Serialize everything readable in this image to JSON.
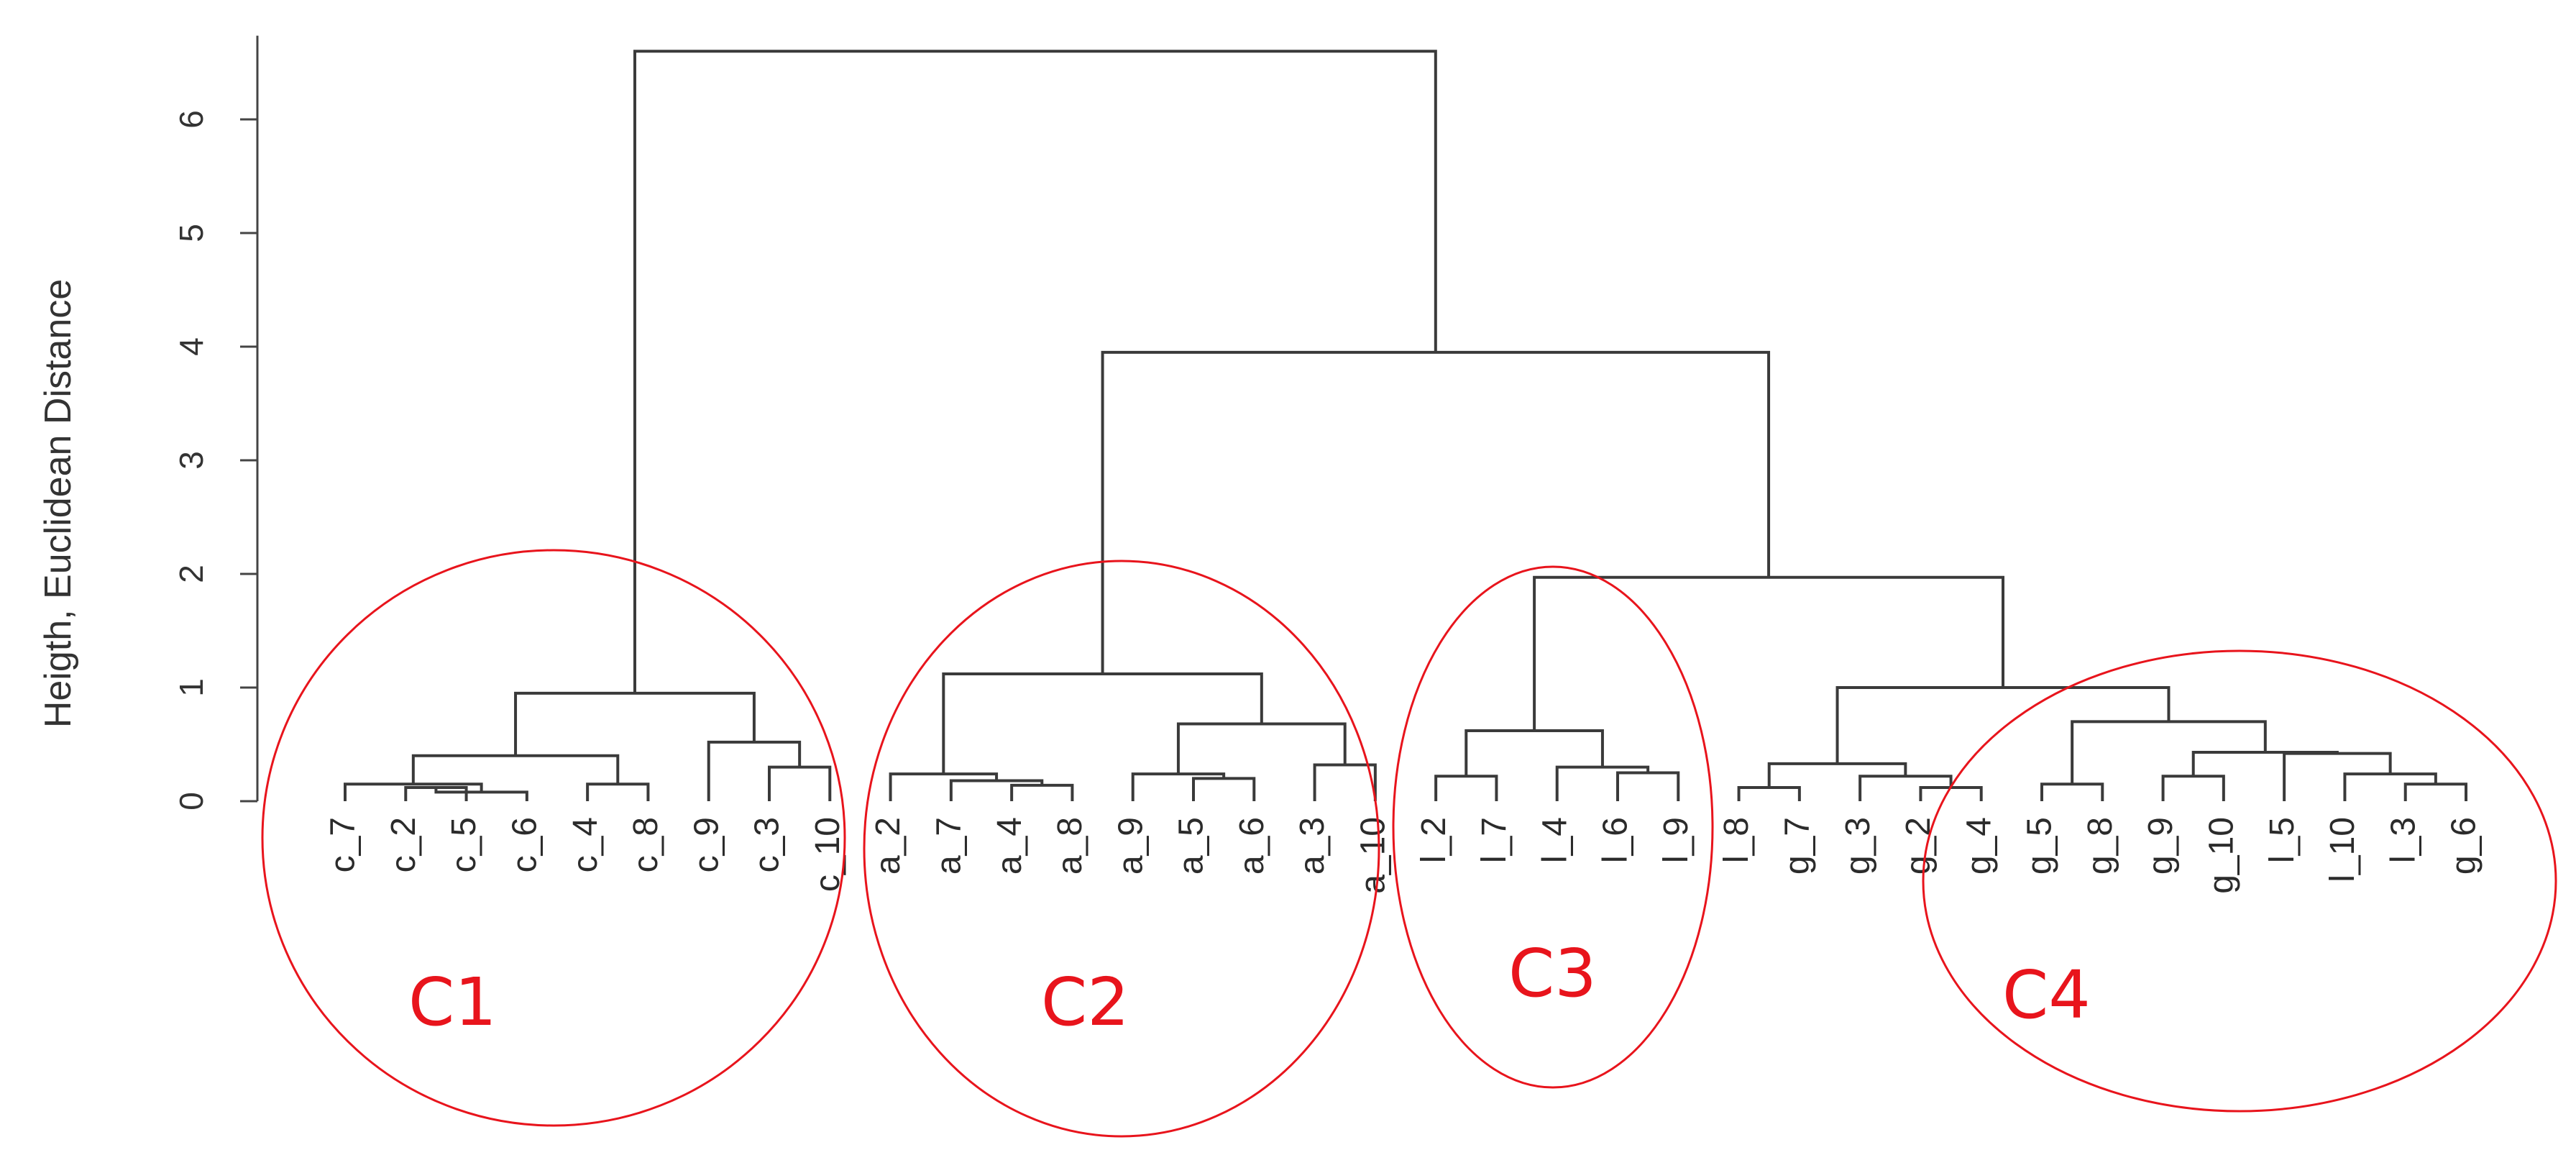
{
  "chart_data": {
    "type": "dendrogram",
    "ylabel": "Heigth, Euclidean Distance",
    "ylim": [
      0,
      6.8
    ],
    "y_ticks": [
      0,
      1,
      2,
      3,
      4,
      5,
      6
    ],
    "y_tick_labels": [
      "0",
      "1",
      "2",
      "3",
      "4",
      "5",
      "6"
    ],
    "leaves": [
      "c_7",
      "c_2",
      "c_5",
      "c_6",
      "c_4",
      "c_8",
      "c_9",
      "c_3",
      "c_10",
      "a_2",
      "a_7",
      "a_4",
      "a_8",
      "a_9",
      "a_5",
      "a_6",
      "a_3",
      "a_10",
      "l_2",
      "l_7",
      "l_4",
      "l_6",
      "l_9",
      "l_8",
      "g_7",
      "g_3",
      "g_2",
      "g_4",
      "g_5",
      "g_8",
      "g_9",
      "g_10",
      "l_5",
      "l_10",
      "l_3",
      "g_6"
    ],
    "merges": [
      {
        "id": "m1",
        "left": "c_2",
        "right": "c_5",
        "height": 0.12
      },
      {
        "id": "m2",
        "left": "m1",
        "right": "c_6",
        "height": 0.08
      },
      {
        "id": "m3",
        "left": "c_7",
        "right": "m2",
        "height": 0.15
      },
      {
        "id": "m4",
        "left": "c_4",
        "right": "c_8",
        "height": 0.15
      },
      {
        "id": "m5",
        "left": "m3",
        "right": "m4",
        "height": 0.4
      },
      {
        "id": "m6",
        "left": "c_3",
        "right": "c_10",
        "height": 0.3
      },
      {
        "id": "m7",
        "left": "c_9",
        "right": "m6",
        "height": 0.52
      },
      {
        "id": "m8",
        "left": "m5",
        "right": "m7",
        "height": 0.95
      },
      {
        "id": "m9",
        "left": "a_4",
        "right": "a_8",
        "height": 0.14
      },
      {
        "id": "m10",
        "left": "a_7",
        "right": "m9",
        "height": 0.18
      },
      {
        "id": "m11",
        "left": "a_2",
        "right": "m10",
        "height": 0.24
      },
      {
        "id": "m12",
        "left": "a_5",
        "right": "a_6",
        "height": 0.2
      },
      {
        "id": "m13",
        "left": "a_9",
        "right": "m12",
        "height": 0.24
      },
      {
        "id": "m14",
        "left": "a_3",
        "right": "a_10",
        "height": 0.32
      },
      {
        "id": "m15",
        "left": "m13",
        "right": "m14",
        "height": 0.68
      },
      {
        "id": "m16",
        "left": "m11",
        "right": "m15",
        "height": 1.12
      },
      {
        "id": "m17",
        "left": "l_2",
        "right": "l_7",
        "height": 0.22
      },
      {
        "id": "m18",
        "left": "l_6",
        "right": "l_9",
        "height": 0.25
      },
      {
        "id": "m19",
        "left": "l_4",
        "right": "m18",
        "height": 0.3
      },
      {
        "id": "m20",
        "left": "m17",
        "right": "m19",
        "height": 0.62
      },
      {
        "id": "m21",
        "left": "l_8",
        "right": "g_7",
        "height": 0.12
      },
      {
        "id": "m22",
        "left": "g_2",
        "right": "g_4",
        "height": 0.12
      },
      {
        "id": "m23",
        "left": "g_3",
        "right": "m22",
        "height": 0.22
      },
      {
        "id": "m24",
        "left": "m21",
        "right": "m23",
        "height": 0.33
      },
      {
        "id": "m25",
        "left": "g_5",
        "right": "g_8",
        "height": 0.15
      },
      {
        "id": "m26",
        "left": "g_9",
        "right": "g_10",
        "height": 0.22
      },
      {
        "id": "m27",
        "left": "l_3",
        "right": "g_6",
        "height": 0.15
      },
      {
        "id": "m28",
        "left": "l_10",
        "right": "m27",
        "height": 0.24
      },
      {
        "id": "m29",
        "left": "l_5",
        "right": "m28",
        "height": 0.42
      },
      {
        "id": "m30",
        "left": "m26",
        "right": "m29",
        "height": 0.43
      },
      {
        "id": "m31",
        "left": "m25",
        "right": "m30",
        "height": 0.7
      },
      {
        "id": "m32",
        "left": "m24",
        "right": "m31",
        "height": 1.0
      },
      {
        "id": "m33",
        "left": "m20",
        "right": "m32",
        "height": 1.97
      },
      {
        "id": "m34",
        "left": "m16",
        "right": "m33",
        "height": 3.95
      },
      {
        "id": "m35",
        "left": "m8",
        "right": "m34",
        "height": 6.6
      }
    ],
    "annotations": [
      {
        "label": "C1",
        "color": "#e8141c"
      },
      {
        "label": "C2",
        "color": "#e8141c"
      },
      {
        "label": "C3",
        "color": "#e8141c"
      },
      {
        "label": "C4",
        "color": "#e8141c"
      }
    ],
    "line_color": "#3a3a3a",
    "annotation_color": "#e8141c",
    "grid": false,
    "legend": "none"
  }
}
